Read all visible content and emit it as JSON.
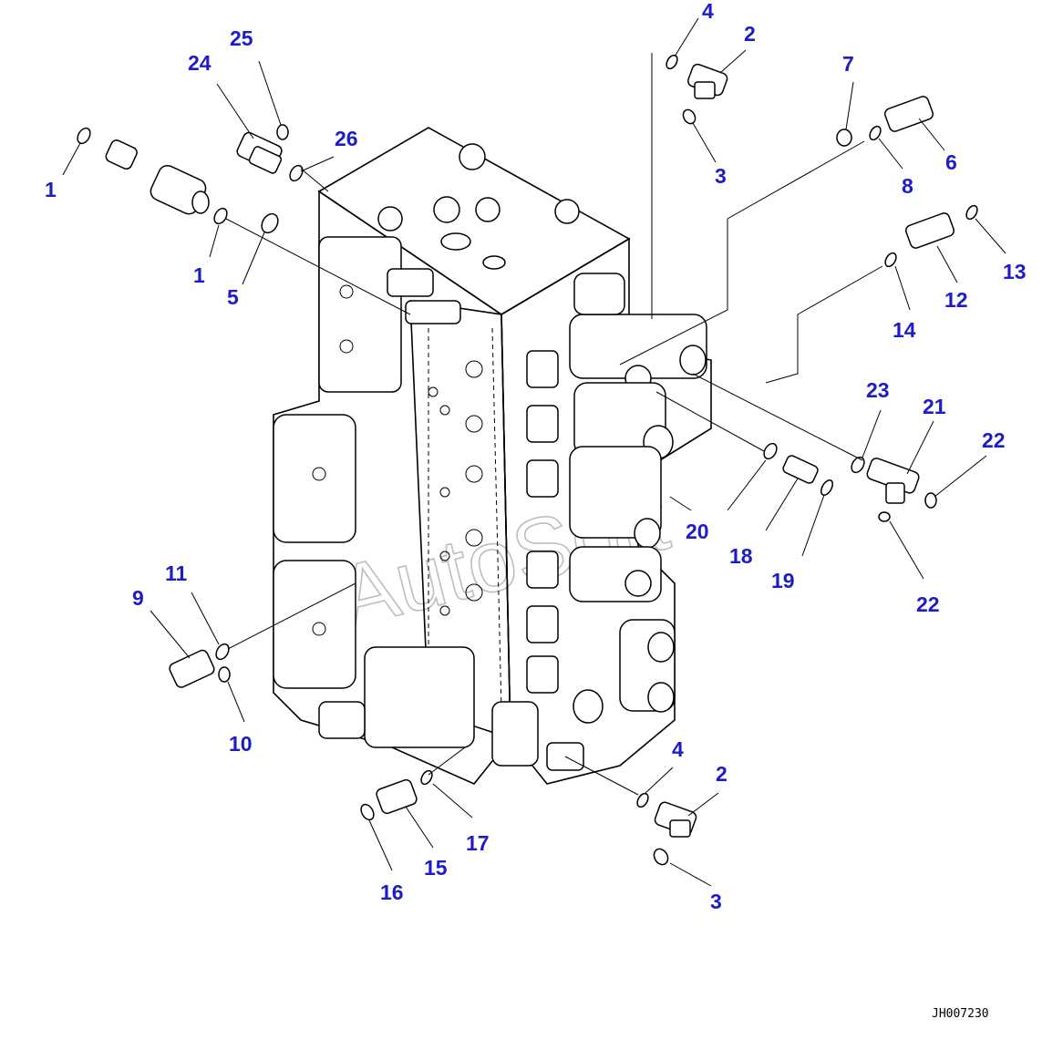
{
  "drawing_code": "JH007230",
  "watermark": "AutoSoft",
  "callouts": [
    "1",
    "1",
    "2",
    "2",
    "3",
    "3",
    "4",
    "4",
    "5",
    "6",
    "7",
    "8",
    "9",
    "10",
    "11",
    "12",
    "13",
    "14",
    "15",
    "16",
    "17",
    "18",
    "19",
    "20",
    "21",
    "22",
    "22",
    "23",
    "24",
    "25",
    "26"
  ],
  "colors": {
    "callout": "#1c1cc8",
    "line": "#000000",
    "watermark": "#bdbdbd"
  }
}
